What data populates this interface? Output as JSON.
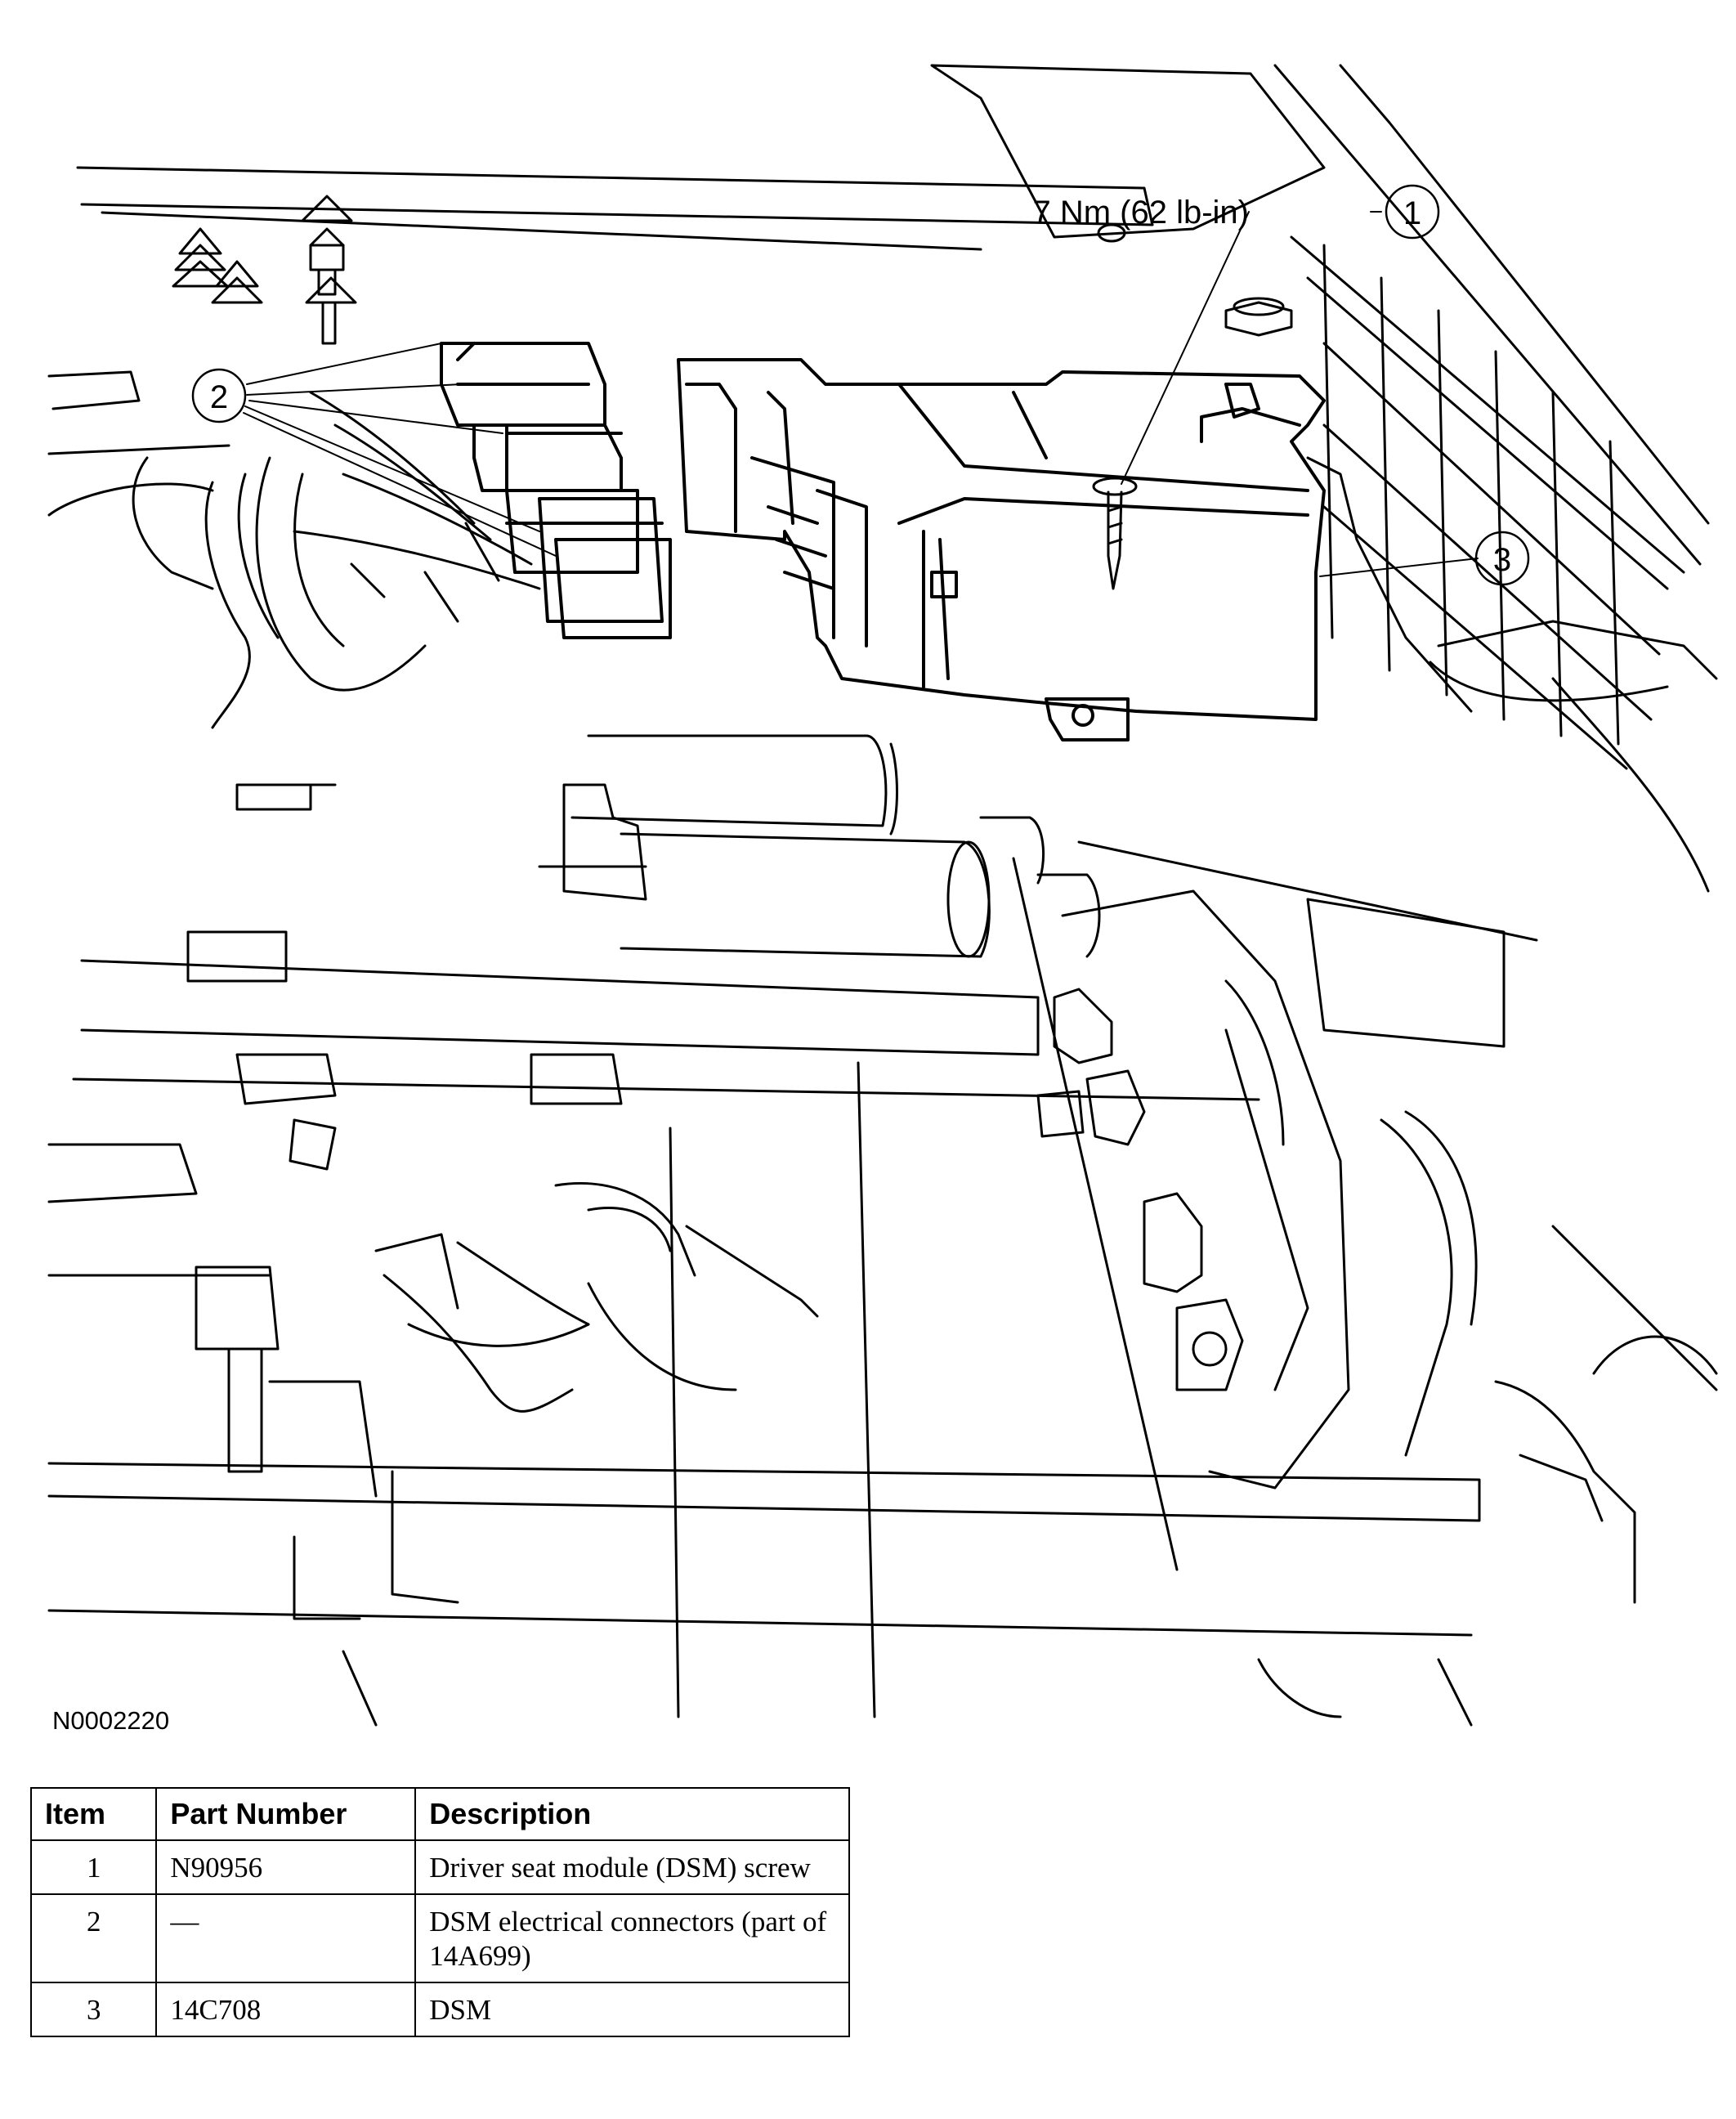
{
  "figure": {
    "id": "N0002220",
    "torque_label": "7 Nm (62 lb-in)",
    "callouts": [
      "1",
      "2",
      "3"
    ]
  },
  "table": {
    "headers": [
      "Item",
      "Part Number",
      "Description"
    ],
    "rows": [
      {
        "item": "1",
        "part_number": "N90956",
        "description": "Driver seat module (DSM) screw"
      },
      {
        "item": "2",
        "part_number": "—",
        "description": "DSM electrical connectors (part of 14A699)"
      },
      {
        "item": "3",
        "part_number": "14C708",
        "description": "DSM"
      }
    ]
  }
}
